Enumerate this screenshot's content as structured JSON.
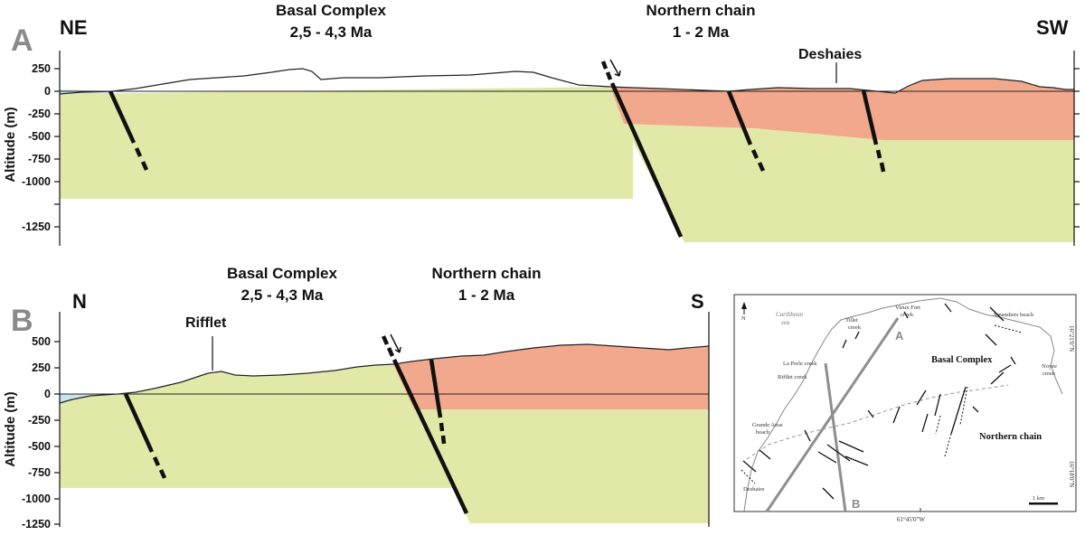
{
  "panel_a": {
    "letter": "A",
    "left_direction": "NE",
    "right_direction": "SW",
    "basal_complex": {
      "name": "Basal Complex",
      "age": "2,5 - 4,3 Ma"
    },
    "northern_chain": {
      "name": "Northern chain",
      "age": "1 - 2 Ma"
    },
    "locality": "Deshaies",
    "axis_title": "Altitude (m)",
    "ticks": [
      "250",
      "0",
      "-250",
      "-500",
      "-750",
      "-1000",
      "-1250"
    ]
  },
  "panel_b": {
    "letter": "B",
    "left_direction": "N",
    "right_direction": "S",
    "basal_complex": {
      "name": "Basal Complex",
      "age": "2,5 - 4,3 Ma"
    },
    "northern_chain": {
      "name": "Northern chain",
      "age": "1 - 2 Ma"
    },
    "locality": "Rifflet",
    "axis_title": "Altitude (m)",
    "ticks": [
      "500",
      "250",
      "0",
      "-250",
      "-500",
      "-750",
      "-1000",
      "-1250"
    ]
  },
  "map": {
    "sea": [
      "Caribbean",
      "sea"
    ],
    "places": {
      "tillet": [
        "Tillet",
        "creek"
      ],
      "vieux_fort": [
        "Vieux Fort",
        "creek"
      ],
      "amandiers": "Amandiers beach",
      "perle": "La Perle creek",
      "rifflet": "Rifflet creek",
      "grande_anse": [
        "Grande Anse",
        "beach"
      ],
      "deshaies": "Deshaies",
      "noyee": [
        "Noyée",
        "creek"
      ]
    },
    "units": {
      "basal": "Basal Complex",
      "northern": "Northern chain"
    },
    "line_labels": {
      "a": "A",
      "b": "B"
    },
    "coords": {
      "lat_top": "16°21'0\"N",
      "lat_bottom": "16°18'0\"N",
      "lon": "61°45'0\"W"
    },
    "north_label": "N",
    "scale_label": "1 km"
  },
  "colors": {
    "basal_complex": "#e2e9a8",
    "northern_chain": "#f2a88d",
    "sea": "#c9e4ee",
    "fault": "#111111",
    "profile_line": "#8e8e8e",
    "panel_letter": "#8a8a8a"
  }
}
